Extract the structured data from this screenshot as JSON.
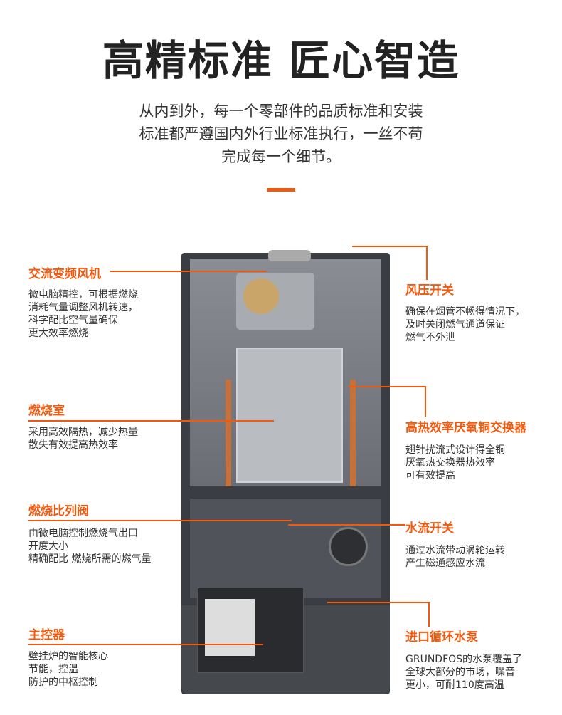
{
  "title": "高精标准 匠心智造",
  "intro": [
    "从内到外，每一个零部件的品质标准和安装",
    "标准都严遵国内外行业标准执行，一丝不苟",
    "完成每一个细节。"
  ],
  "accent": "#f15a0e",
  "features": [
    {
      "title": "交流变频风机",
      "desc": "微电脑精控，可根据燃烧\n消耗气量调整风机转速，\n科学配比空气量确保\n更大效率燃烧"
    },
    {
      "title": "燃烧室",
      "desc": "采用高效隔热，减少热量\n散失有效提高热效率"
    },
    {
      "title": "燃烧比列阀",
      "desc": "由微电脑控制燃烧气出口\n开度大小\n精确配比 燃烧所需的燃气量"
    },
    {
      "title": "主控器",
      "desc": "壁挂炉的智能核心\n节能，控温\n防护的中枢控制"
    },
    {
      "title": "风压开关",
      "desc": "确保在烟管不畅得情况下，\n及时关闭燃气通道保证\n燃气不外泄"
    },
    {
      "title": "高热效率厌氧铜交换器",
      "desc": "翅针扰流式设计得全铜\n厌氧热交换器热效率\n可有效提高"
    },
    {
      "title": "水流开关",
      "desc": "通过水流带动涡轮运转\n产生磁通感应水流"
    },
    {
      "title": "进口循环水泵",
      "desc": "GRUNDFOS的水泵覆盖了\n全球大部分的市场，噪音\n更小，可耐110度高温"
    }
  ]
}
